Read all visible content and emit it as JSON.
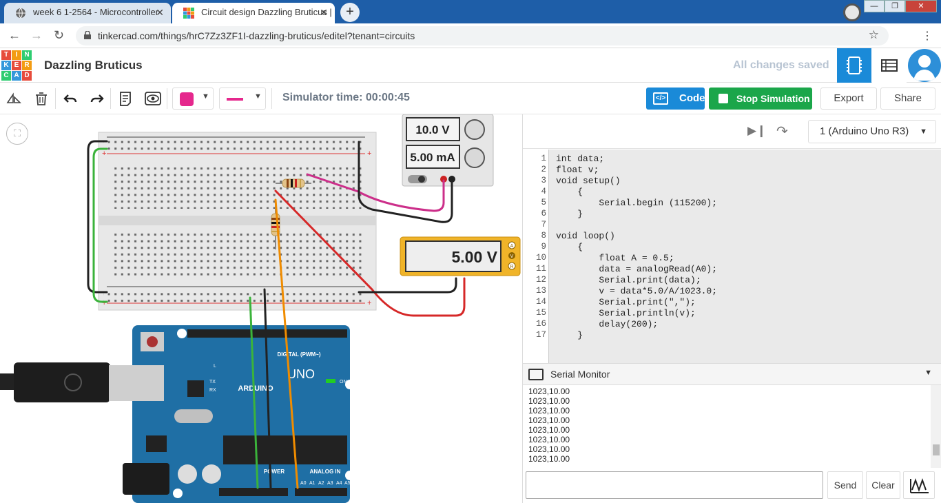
{
  "browser": {
    "tabs": [
      {
        "title": "week 6 1-2564 - Microcontroller"
      },
      {
        "title": "Circuit design Dazzling Bruticus |"
      }
    ],
    "url": "tinkercad.com/things/hrC7Zz3ZF1I-dazzling-bruticus/editel?tenant=circuits"
  },
  "header": {
    "logo_letters": [
      "T",
      "I",
      "N",
      "K",
      "E",
      "R",
      "C",
      "A",
      "D"
    ],
    "project_title": "Dazzling Bruticus",
    "save_status": "All changes saved"
  },
  "toolbar": {
    "simulator_time": "Simulator time: 00:00:45",
    "code_label": "Code",
    "stop_label": "Stop Simulation",
    "export_label": "Export",
    "share_label": "Share",
    "wire_color": "#e5288d"
  },
  "canvas": {
    "power_supply": {
      "voltage": "10.0 V",
      "current": "5.00 mA"
    },
    "multimeter": {
      "reading": "5.00 V",
      "modes": [
        "A",
        "V",
        "R"
      ]
    },
    "arduino": {
      "brand": "ARDUINO",
      "model": "UNO",
      "digital_label": "DIGITAL (PWM~)",
      "power_label": "POWER",
      "analog_label": "ANALOG IN",
      "pins_analog": [
        "A0",
        "A1",
        "A2",
        "A3",
        "A4",
        "A5"
      ],
      "on_label": "ON",
      "tx_label": "TX",
      "rx_label": "RX",
      "l_label": "L"
    }
  },
  "code_panel": {
    "device": "1 (Arduino Uno R3)",
    "lines": [
      "int data;",
      "float v;",
      "void setup()",
      "    {",
      "        Serial.begin (115200);",
      "    }",
      "",
      "void loop()",
      "    {",
      "        float A = 0.5;",
      "        data = analogRead(A0);",
      "        Serial.print(data);",
      "        v = data*5.0/A/1023.0;",
      "        Serial.print(\",\");",
      "        Serial.println(v);",
      "        delay(200);",
      "    }"
    ]
  },
  "serial_monitor": {
    "title": "Serial Monitor",
    "lines": [
      "1023,10.00",
      "1023,10.00",
      "1023,10.00",
      "1023,10.00",
      "1023,10.00",
      "1023,10.00",
      "1023,10.00",
      "1023,10.00"
    ],
    "send_label": "Send",
    "clear_label": "Clear"
  }
}
